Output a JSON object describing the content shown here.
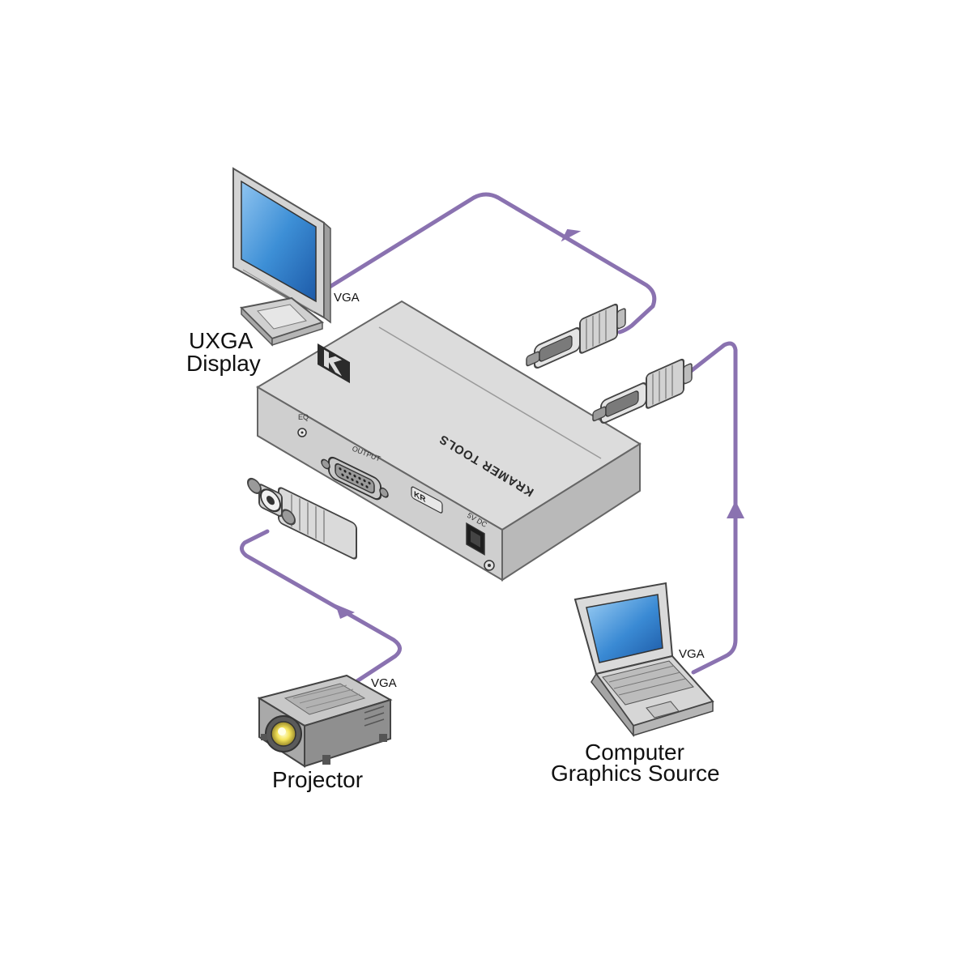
{
  "diagram": {
    "device": {
      "brand_text": "KRAMER TOOLS",
      "eq_label": "EQ",
      "output_label": "OUTPUT",
      "power_label": "5V DC",
      "model_mark": "KR"
    },
    "nodes": {
      "display": {
        "line1": "UXGA",
        "line2": "Display"
      },
      "projector": {
        "label": "Projector"
      },
      "computer": {
        "line1": "Computer",
        "line2": "Graphics Source"
      }
    },
    "cables": {
      "display_label": "VGA",
      "projector_label": "VGA",
      "computer_label": "VGA"
    },
    "colors": {
      "cable": "#8a72b0",
      "screen": "#3d8fd6",
      "device_top": "#dcdcdc",
      "device_side": "#c9c9c9"
    }
  }
}
